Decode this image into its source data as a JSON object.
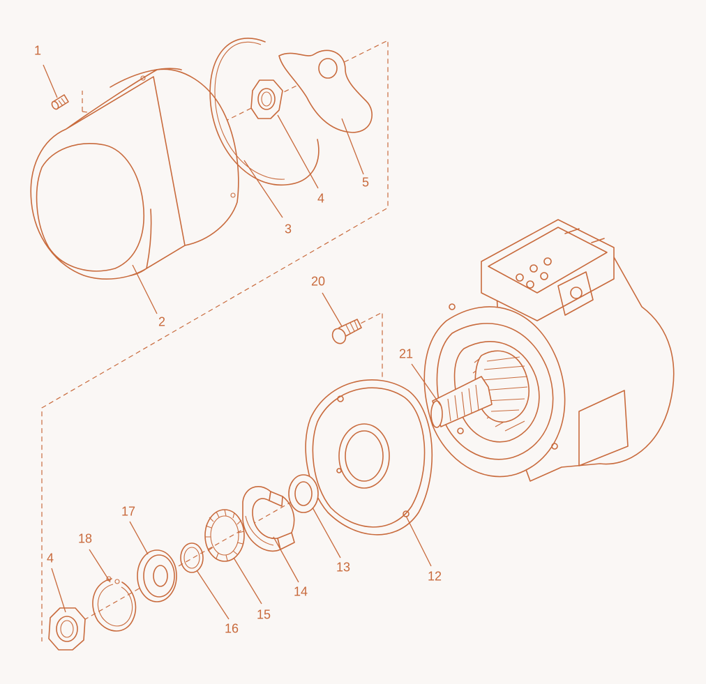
{
  "colors": {
    "line": "#c86a3c",
    "background": "#faf7f5"
  },
  "callouts": {
    "c1": "1",
    "c2": "2",
    "c3": "3",
    "c4a": "4",
    "c5": "5",
    "c12": "12",
    "c13": "13",
    "c14": "14",
    "c15": "15",
    "c16": "16",
    "c17": "17",
    "c18": "18",
    "c20": "20",
    "c21": "21",
    "c4b": "4"
  }
}
